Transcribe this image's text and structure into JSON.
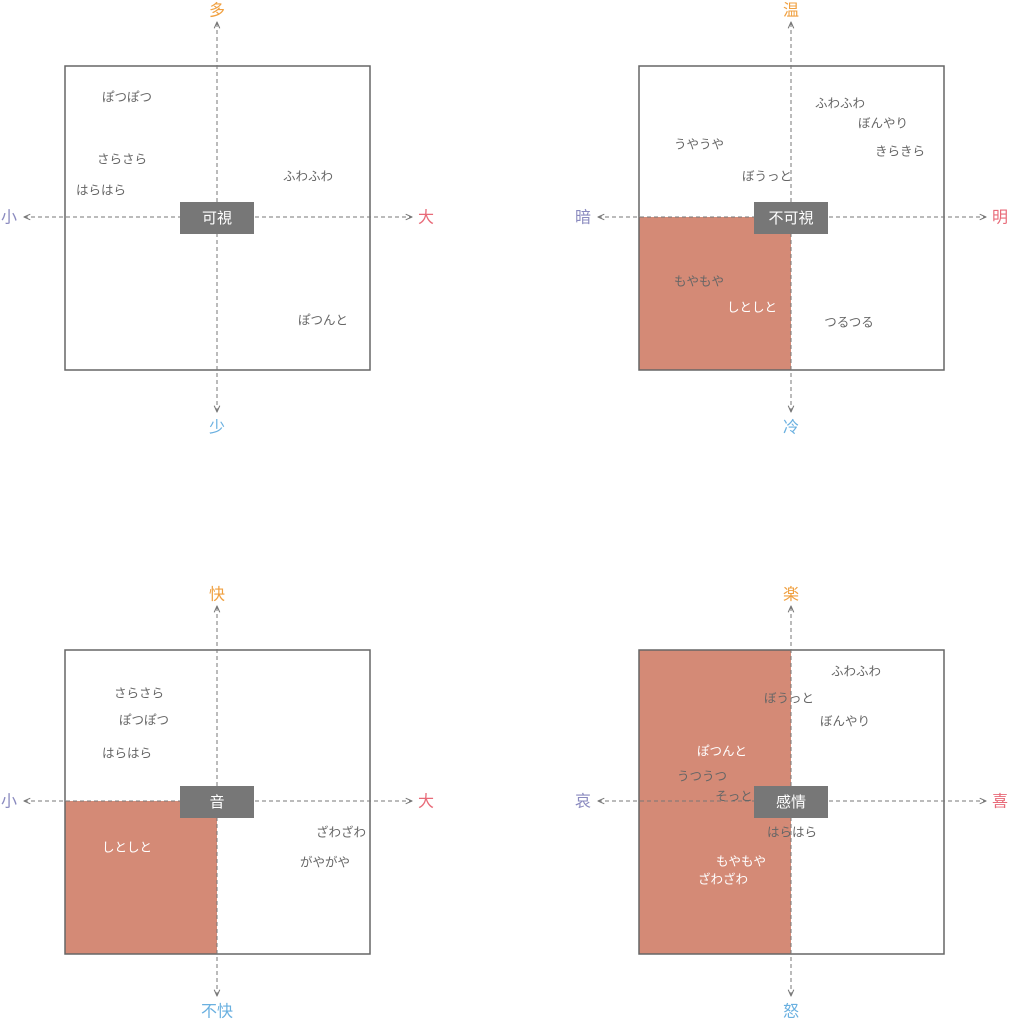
{
  "colors": {
    "box_stroke": "#666666",
    "axis": "#777777",
    "fill": "#d48a76",
    "center_box": "#777777",
    "center_text": "#ffffff",
    "word": "#666666",
    "word_light": "#ffffff",
    "label_top": "#f0a040",
    "label_bottom": "#6ab0e0",
    "label_left": "#8a8abf",
    "label_right": "#e86a78"
  },
  "panels": [
    {
      "center": "可視",
      "top": "多",
      "bottom": "少",
      "left": "小",
      "right": "大",
      "filled_region": "none",
      "words": [
        "ぽつぽつ",
        "さらさら",
        "はらはら",
        "ふわふわ",
        "ぽつんと"
      ]
    },
    {
      "center": "不可視",
      "top": "温",
      "bottom": "冷",
      "left": "暗",
      "right": "明",
      "filled_region": "bottom-left",
      "words": [
        "ふわふわ",
        "ぼんやり",
        "きらきら",
        "うやうや",
        "ぼうっと",
        "もやもや",
        "しとしと",
        "つるつる"
      ]
    },
    {
      "center": "音",
      "top": "快",
      "bottom": "不快",
      "left": "小",
      "right": "大",
      "filled_region": "bottom-left",
      "words": [
        "さらさら",
        "ぽつぽつ",
        "はらはら",
        "しとしと",
        "ざわざわ",
        "がやがや"
      ]
    },
    {
      "center": "感情",
      "top": "楽",
      "bottom": "怒",
      "left": "哀",
      "right": "喜",
      "filled_region": "left",
      "words": [
        "ふわふわ",
        "ぼうっと",
        "ぼんやり",
        "ぽつんと",
        "うつうつ",
        "そっと",
        "はらはら",
        "もやもや",
        "ざわざわ"
      ]
    }
  ]
}
